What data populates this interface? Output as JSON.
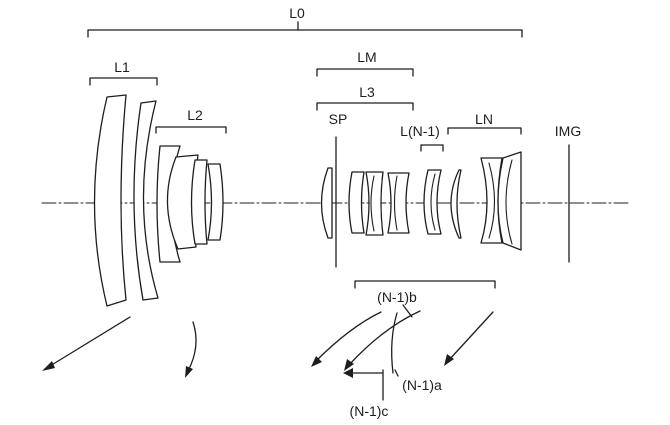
{
  "labels": {
    "L0": "L0",
    "L1": "L1",
    "L2": "L2",
    "LM": "LM",
    "L3": "L3",
    "SP": "SP",
    "LN1": "L(N-1)",
    "LN": "LN",
    "IMG": "IMG",
    "N1b": "(N-1)b",
    "N1a": "(N-1)a",
    "N1c": "(N-1)c"
  }
}
